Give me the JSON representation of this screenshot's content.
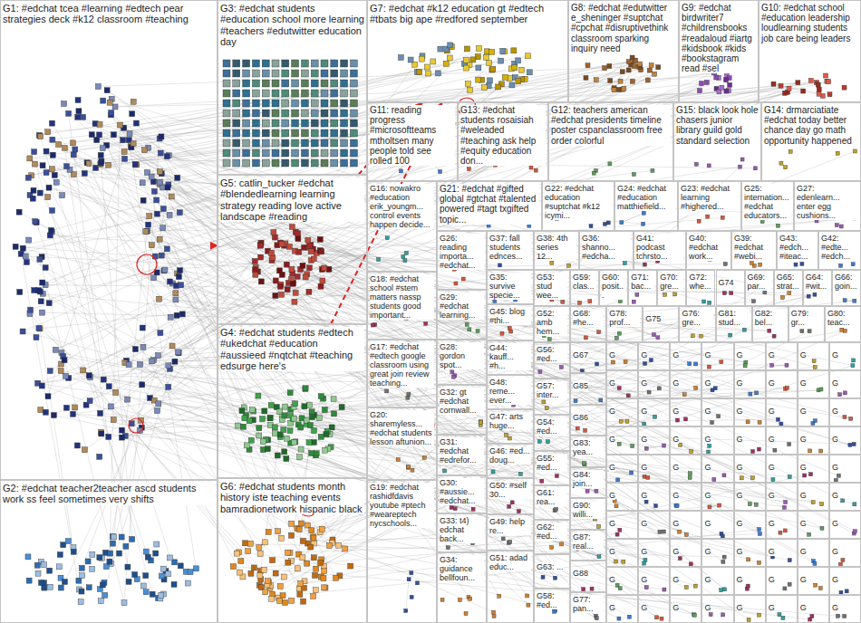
{
  "diagram": {
    "nodes": [
      {
        "text": [
          "G1: #edchat tcea #learning #edtech pear strategies deck #k12 classroom #teaching"
        ]
      },
      {
        "text": [
          "G2: #edchat teacher2teacher ascd students work ss feel sometimes very shifts"
        ]
      },
      {
        "text": [
          "G3: #edchat students #education school more learning #teachers #edutwitter education day"
        ]
      },
      {
        "text": [
          "G5: catlin_tucker #edchat #blendedlearning learning strategy reading love active landscape #reading"
        ]
      },
      {
        "text": [
          "G4: #edchat students #edtech #ukedchat #education #aussieed #nqtchat #teaching edsurge here's"
        ]
      },
      {
        "text": [
          "G6: #edchat students month history iste teaching events bamradionetwork hispanic black"
        ]
      },
      {
        "text": [
          "G7: #edchat #k12 education gt #edtech #tbats big ape #redfored september"
        ]
      },
      {
        "text": [
          "G8: #edchat #edutwitter e_sheninger #suptchat #cpchat #disruptivethink classroom sparking inquiry need"
        ]
      },
      {
        "text": [
          "G9: #edchat birdwriter7 #childrensbooks #readaloud #iartg #kidsbook #kids #bookstagram read #sel"
        ]
      },
      {
        "text": [
          "G10: #edchat school #education leadership loudlearning students job care being leaders"
        ]
      },
      {
        "text": [
          "G11: reading progress #microsoftteams mtholtsen many people told see rolled 100"
        ]
      },
      {
        "text": [
          "G13: #edchat students rosaisiah #weleaded #teaching ask help #equity education don..."
        ]
      },
      {
        "text": [
          "G12: teachers american #edchat presidents timeline poster cspanclassroom free order colorful"
        ]
      },
      {
        "text": [
          "G15: black look hole chasers junior library guild gold standard selection"
        ]
      },
      {
        "text": [
          "G14: drmarciatiate #edchat today better chance day go math opportunity happened"
        ]
      },
      {
        "text": [
          "G16: nowakro #education erik_youngm... control events happen decide..."
        ]
      },
      {
        "text": [
          "G18: #edchat school #stem matters nassp students good important..."
        ]
      },
      {
        "text": [
          "G17: #edchat #edtech google classroom using great join review teaching..."
        ]
      },
      {
        "text": [
          "G20: sharemyless... #edchat students lesson aftunion..."
        ]
      },
      {
        "text": [
          "G19: #edchat rashidfdavis youtube #ptech #weareptech nycschools..."
        ]
      },
      {
        "text": [
          "G21: #edchat #gifted global #gtchat #talented powered #tagt txgifted topic..."
        ]
      },
      {
        "text": [
          "G26: reading importa... #edchat..."
        ]
      },
      {
        "text": [
          "G29: #edchat learning..."
        ]
      },
      {
        "text": [
          "G28: gordon spot..."
        ]
      },
      {
        "text": [
          "G32: gt #edchat cornwall..."
        ]
      },
      {
        "text": [
          "G31: #edchat #edrefor..."
        ]
      },
      {
        "text": [
          "G30: #aussie... #edchat..."
        ]
      },
      {
        "text": [
          "G33: t4) edchat back..."
        ]
      },
      {
        "text": [
          "G34: guidance bellfoun..."
        ]
      },
      {
        "text": [
          "G37: fall students ednces..."
        ]
      },
      {
        "text": [
          "G35: survive specie..."
        ]
      },
      {
        "text": [
          "G45: blog #thi..."
        ]
      },
      {
        "text": [
          "G44: kauff... #h..."
        ]
      },
      {
        "text": [
          "G48: reme... ever..."
        ]
      },
      {
        "text": [
          "G47: arts huge..."
        ]
      },
      {
        "text": [
          "G46: #ed... doug..."
        ]
      },
      {
        "text": [
          "G50: #self 30..."
        ]
      },
      {
        "text": [
          "G49: help re..."
        ]
      },
      {
        "text": [
          "G51: adad educ..."
        ]
      },
      {
        "text": [
          "G22: #edchat education #suptchat #k12 icymi..."
        ]
      },
      {
        "text": [
          "G24: #edchat #education matthiefield..."
        ]
      },
      {
        "text": [
          "G23: #edchat learning #highered..."
        ]
      },
      {
        "text": [
          "G25: internation... #edchat educators..."
        ]
      },
      {
        "text": [
          "G27: edenlearn... enter egg cushions..."
        ]
      },
      {
        "text": [
          "G38: 4th series 12..."
        ]
      },
      {
        "text": [
          "G36: shanno... #edcha..."
        ]
      },
      {
        "text": [
          "G41: podcast tchrsto..."
        ]
      },
      {
        "text": [
          "G40: #edchat work..."
        ]
      },
      {
        "text": [
          "G39: #edchat #webi..."
        ]
      },
      {
        "text": [
          "G43: #edch... #iteac..."
        ]
      },
      {
        "text": [
          "G42: #edte... #edch..."
        ]
      },
      {
        "text": [
          "G53: stud wee..."
        ]
      },
      {
        "text": [
          "G52: amb hem..."
        ]
      },
      {
        "text": [
          "G56: #ed..."
        ]
      },
      {
        "text": [
          "G57: inter..."
        ]
      },
      {
        "text": [
          "G54: #ed..."
        ]
      },
      {
        "text": [
          "G55: #ed..."
        ]
      },
      {
        "text": [
          "G61: rea..."
        ]
      },
      {
        "text": [
          "G62: #ed..."
        ]
      },
      {
        "text": [
          "G63: ..."
        ]
      },
      {
        "text": [
          "G58: #ed..."
        ]
      },
      {
        "text": [
          "G59: clas..."
        ]
      },
      {
        "text": [
          "G60: posit..."
        ]
      },
      {
        "text": [
          "G71: bac..."
        ]
      },
      {
        "text": [
          "G70: gre..."
        ]
      },
      {
        "text": [
          "G72: whe..."
        ]
      },
      {
        "text": [
          "G74"
        ]
      },
      {
        "text": [
          "G69: par..."
        ]
      },
      {
        "text": [
          "G65: strat..."
        ]
      },
      {
        "text": [
          "G64: #wit..."
        ]
      },
      {
        "text": [
          "G66: goin..."
        ]
      },
      {
        "text": [
          "G68: #he..."
        ]
      },
      {
        "text": [
          "G78: prof..."
        ]
      },
      {
        "text": [
          "G75"
        ]
      },
      {
        "text": [
          "G76: gre..."
        ]
      },
      {
        "text": [
          "G81: stud..."
        ]
      },
      {
        "text": [
          "G82: bel..."
        ]
      },
      {
        "text": [
          "G79: gr..."
        ]
      },
      {
        "text": [
          "G80: teac..."
        ]
      },
      {
        "text": [
          "G67"
        ]
      },
      {
        "text": [
          "G85"
        ]
      },
      {
        "text": [
          "G86"
        ]
      },
      {
        "text": [
          "G83: yea..."
        ]
      },
      {
        "text": [
          "G84: join..."
        ]
      },
      {
        "text": [
          "G90: willi..."
        ]
      },
      {
        "text": [
          "G87: real..."
        ]
      },
      {
        "text": [
          "G88"
        ]
      },
      {
        "text": [
          "G77: pan..."
        ]
      },
      {
        "text": [
          "G"
        ]
      },
      {
        "text": [
          "G"
        ]
      },
      {
        "text": [
          "G"
        ]
      },
      {
        "text": [
          "G"
        ]
      },
      {
        "text": [
          "G"
        ]
      },
      {
        "text": [
          "G"
        ]
      },
      {
        "text": [
          "G"
        ]
      },
      {
        "text": [
          "G"
        ]
      },
      {
        "text": [
          "G"
        ]
      },
      {
        "text": [
          "G"
        ]
      },
      {
        "text": [
          "G"
        ]
      },
      {
        "text": [
          "G"
        ]
      },
      {
        "text": [
          "G"
        ]
      },
      {
        "text": [
          "G"
        ]
      },
      {
        "text": [
          "G"
        ]
      },
      {
        "text": [
          "G"
        ]
      },
      {
        "text": [
          "G"
        ]
      },
      {
        "text": [
          "G"
        ]
      },
      {
        "text": [
          "G"
        ]
      },
      {
        "text": [
          "G"
        ]
      },
      {
        "text": [
          "G"
        ]
      },
      {
        "text": [
          "G"
        ]
      },
      {
        "text": [
          "G"
        ]
      },
      {
        "text": [
          "G"
        ]
      },
      {
        "text": [
          "G"
        ]
      },
      {
        "text": [
          "G"
        ]
      },
      {
        "text": [
          "G"
        ]
      },
      {
        "text": [
          "G"
        ]
      },
      {
        "text": [
          "G"
        ]
      },
      {
        "text": [
          "G"
        ]
      },
      {
        "text": [
          "G"
        ]
      },
      {
        "text": [
          "G"
        ]
      },
      {
        "text": [
          "G"
        ]
      },
      {
        "text": [
          "G"
        ]
      },
      {
        "text": [
          "G"
        ]
      },
      {
        "text": [
          "G"
        ]
      },
      {
        "text": [
          "G"
        ]
      },
      {
        "text": [
          "G"
        ]
      },
      {
        "text": [
          "G"
        ]
      },
      {
        "text": [
          "G"
        ]
      },
      {
        "text": [
          "G"
        ]
      },
      {
        "text": [
          "G"
        ]
      },
      {
        "text": [
          "G"
        ]
      },
      {
        "text": [
          "G"
        ]
      },
      {
        "text": [
          "G"
        ]
      },
      {
        "text": [
          "G"
        ]
      },
      {
        "text": [
          "G"
        ]
      },
      {
        "text": [
          "G"
        ]
      },
      {
        "text": [
          "G"
        ]
      },
      {
        "text": [
          "G"
        ]
      },
      {
        "text": [
          "G"
        ]
      },
      {
        "text": [
          "G"
        ]
      },
      {
        "text": [
          "G"
        ]
      },
      {
        "text": [
          "G"
        ]
      },
      {
        "text": [
          "G"
        ]
      },
      {
        "text": [
          "G"
        ]
      },
      {
        "text": [
          "G"
        ]
      },
      {
        "text": [
          "G"
        ]
      },
      {
        "text": [
          "G"
        ]
      },
      {
        "text": [
          "G"
        ]
      },
      {
        "text": [
          "G"
        ]
      },
      {
        "text": [
          "G"
        ]
      },
      {
        "text": [
          "G"
        ]
      },
      {
        "text": [
          "G"
        ]
      },
      {
        "text": [
          "G"
        ]
      },
      {
        "text": [
          "G"
        ]
      },
      {
        "text": [
          "G"
        ]
      },
      {
        "text": [
          "G"
        ]
      },
      {
        "text": [
          "G"
        ]
      },
      {
        "text": [
          "G"
        ]
      },
      {
        "text": [
          "G"
        ]
      },
      {
        "text": [
          "G"
        ]
      },
      {
        "text": [
          "G"
        ]
      },
      {
        "text": [
          "G"
        ]
      },
      {
        "text": [
          "G"
        ]
      },
      {
        "text": [
          "G"
        ]
      },
      {
        "text": [
          "G"
        ]
      },
      {
        "text": [
          "G"
        ]
      },
      {
        "text": [
          "G"
        ]
      },
      {
        "text": [
          "G"
        ]
      }
    ],
    "edges": [
      {
        "from": 3,
        "to": 6,
        "arrow": "to"
      },
      {
        "from": 4,
        "to": 6,
        "arrow": "to"
      },
      {
        "from": 0,
        "to": 3,
        "arrow": "to"
      }
    ]
  }
}
